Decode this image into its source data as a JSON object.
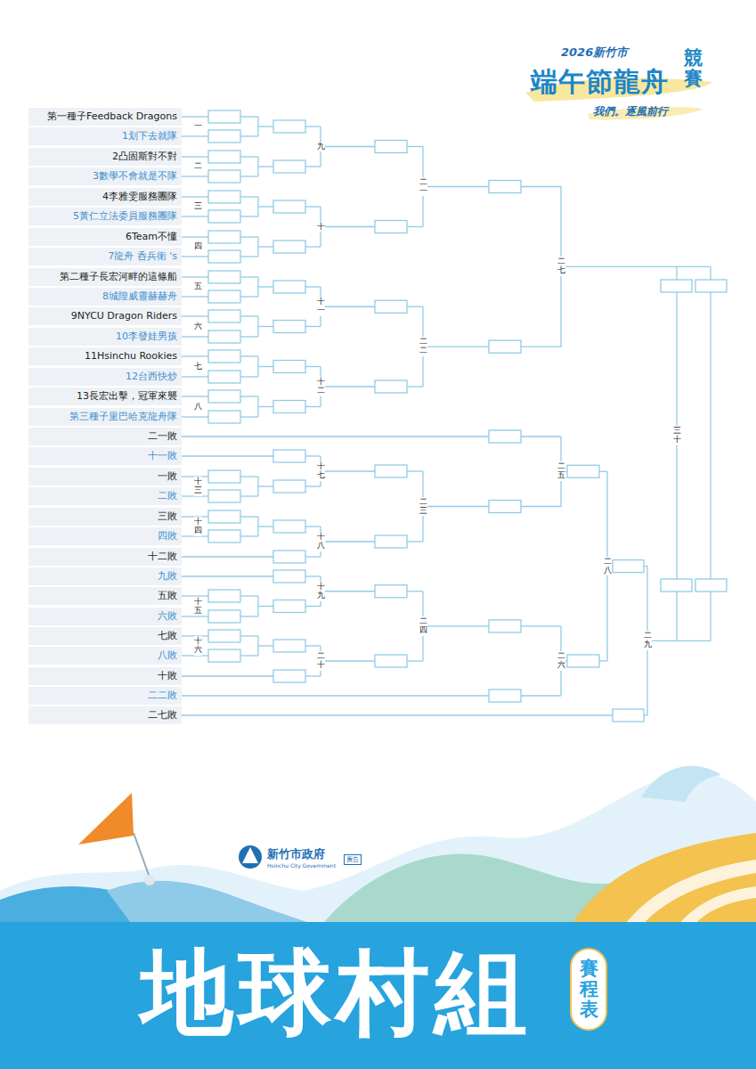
{
  "diagram": {
    "nodes": [
      {
        "text": [
          "第一種子Feedback Dragons"
        ]
      },
      {
        "text": [
          "1划下去就隊"
        ]
      },
      {
        "text": [
          "2凸固斯對不對"
        ]
      },
      {
        "text": [
          "3數學不會就是不隊"
        ]
      },
      {
        "text": [
          "4李雅雯服務團隊"
        ]
      },
      {
        "text": [
          "5黃仁立法委員服務團隊"
        ]
      },
      {
        "text": [
          "6Team不懂"
        ]
      },
      {
        "text": [
          "7龍舟 呑兵衛 's"
        ]
      },
      {
        "text": [
          "第二種子長宏河畔的這條船"
        ]
      },
      {
        "text": [
          "8城隍威靈赫赫舟"
        ]
      },
      {
        "text": [
          "9NYCU Dragon Riders"
        ]
      },
      {
        "text": [
          "10李發娃男孩"
        ]
      },
      {
        "text": [
          "11Hsinchu Rookies"
        ]
      },
      {
        "text": [
          "12台西快炒"
        ]
      },
      {
        "text": [
          "13長宏出擊，冠軍來襲"
        ]
      },
      {
        "text": [
          "第三種子里巴哈克龍舟隊"
        ]
      },
      {
        "text": [
          "二一敗"
        ]
      },
      {
        "text": [
          "十一敗"
        ]
      },
      {
        "text": [
          "一敗"
        ]
      },
      {
        "text": [
          "二敗"
        ]
      },
      {
        "text": [
          "三敗"
        ]
      },
      {
        "text": [
          "四敗"
        ]
      },
      {
        "text": [
          "十二敗"
        ]
      },
      {
        "text": [
          "九敗"
        ]
      },
      {
        "text": [
          "五敗"
        ]
      },
      {
        "text": [
          "六敗"
        ]
      },
      {
        "text": [
          "七敗"
        ]
      },
      {
        "text": [
          "八敗"
        ]
      },
      {
        "text": [
          "十敗"
        ]
      },
      {
        "text": [
          "二二敗"
        ]
      },
      {
        "text": [
          "二七敗"
        ]
      },
      {
        "text": [
          "廣告"
        ]
      },
      {
        "text": [
          "賽程表"
        ]
      }
    ],
    "labels": [
      "2026新竹市",
      "端午節龍舟",
      "競賽",
      "我們。逐風前行",
      "一",
      "二",
      "三",
      "四",
      "五",
      "六",
      "七",
      "八",
      "九",
      "十",
      "十一",
      "十二",
      "十三",
      "十四",
      "十五",
      "十六",
      "十七",
      "十八",
      "十九",
      "二十",
      "二一",
      "二二",
      "二三",
      "二四",
      "二五",
      "二六",
      "二七",
      "二八",
      "二九",
      "三十",
      "新竹市政府",
      "Hsinchu City Government",
      "地球村組"
    ]
  }
}
